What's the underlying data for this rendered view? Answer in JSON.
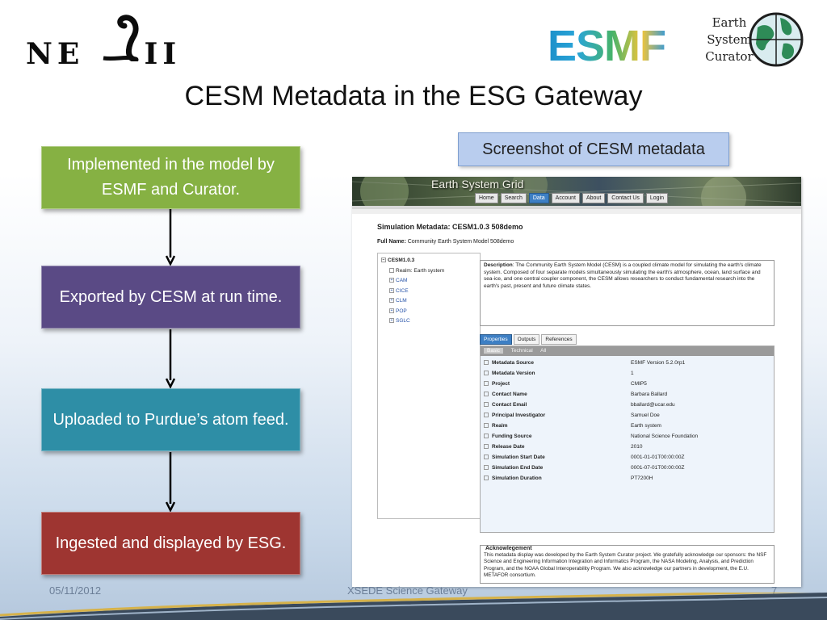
{
  "header": {
    "left_logo_text": "NESII",
    "right_logo_text": "ESMF",
    "curator_lines": [
      "Earth",
      "System",
      "Curator"
    ]
  },
  "slide": {
    "title": "CESM Metadata in the ESG Gateway"
  },
  "flow": {
    "steps": [
      "Implemented in the model by ESMF and Curator.",
      "Exported by CESM at run time.",
      "Uploaded to Purdue’s atom feed.",
      "Ingested and displayed by ESG."
    ],
    "colors": [
      "#86b143",
      "#5a4a85",
      "#2e8ea6",
      "#9e3531"
    ]
  },
  "caption": "Screenshot of CESM metadata",
  "screenshot": {
    "site_title": "Earth System Grid",
    "nav": [
      "Home",
      "Search",
      "Data",
      "Account",
      "About",
      "Contact Us",
      "Login"
    ],
    "nav_active": "Data",
    "page_title": "Simulation Metadata: CESM1.0.3 508demo",
    "full_name_label": "Full Name:",
    "full_name_value": "Community Earth System Model 508demo",
    "tree": {
      "root": "CESM1.0.3",
      "realm": "Realm: Earth system",
      "components": [
        "CAM",
        "CICE",
        "CLM",
        "POP",
        "SGLC"
      ]
    },
    "description_label": "Description",
    "description_text": ": The Community Earth System Model (CESM) is a coupled climate model for simulating the earth's climate system. Composed of four separate models simultaneously simulating the earth's atmosphere, ocean, land surface and sea-ice, and one central coupler component, the CESM allows researchers to conduct fundamental research into the earth's past, present and future climate states.",
    "tabs": [
      "Properties",
      "Outputs",
      "References"
    ],
    "subtabs": [
      "Basic",
      "Technical",
      "All"
    ],
    "properties": [
      {
        "key": "Metadata Source",
        "value": "ESMF Version 5.2.0rp1"
      },
      {
        "key": "Metadata Version",
        "value": "1"
      },
      {
        "key": "Project",
        "value": "CMIP5"
      },
      {
        "key": "Contact Name",
        "value": "Barbara Ballard"
      },
      {
        "key": "Contact Email",
        "value": "bballard@ucar.edu"
      },
      {
        "key": "Principal Investigator",
        "value": "Samuel Doe"
      },
      {
        "key": "Realm",
        "value": "Earth system"
      },
      {
        "key": "Funding Source",
        "value": "National Science Foundation"
      },
      {
        "key": "Release Date",
        "value": "2010"
      },
      {
        "key": "Simulation Start Date",
        "value": "0001-01-01T00:00:00Z"
      },
      {
        "key": "Simulation End Date",
        "value": "0001-07-01T00:00:00Z"
      },
      {
        "key": "Simulation Duration",
        "value": "PT7200H"
      }
    ],
    "ack_title": "Acknowlegement",
    "ack_text": "This metadata display was developed by the Earth System Curator project. We gratefully acknowledge our sponsors: the NSF Science and Engineering Information Integration and Informatics Program, the NASA Modeling, Analysis, and Prediction Program, and the NOAA Global Interoperability Program. We also acknowledge our partners in development, the E.U. METAFOR consortium."
  },
  "footer": {
    "date": "05/11/2012",
    "center": "XSEDE Science Gateway",
    "page": "7"
  }
}
